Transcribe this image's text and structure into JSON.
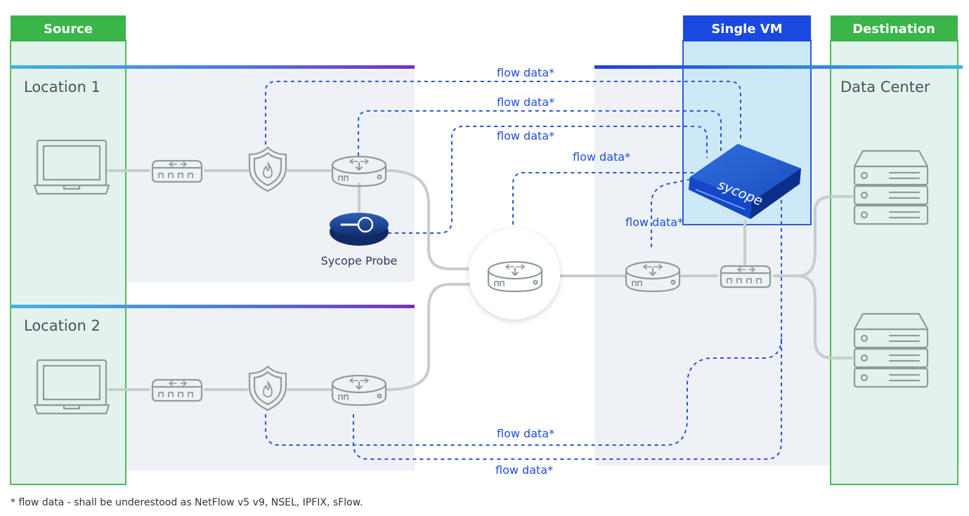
{
  "headers": {
    "source": "Source",
    "single_vm": "Single VM",
    "destination": "Destination"
  },
  "locations": {
    "location_1": "Location 1",
    "location_2": "Location 2",
    "data_center": "Data Center"
  },
  "devices": {
    "probe_label": "Sycope Probe",
    "appliance_brand": "sycope"
  },
  "flow_labels": [
    "flow data*",
    "flow data*",
    "flow data*",
    "flow data*",
    "flow data*",
    "flow data*",
    "flow data*"
  ],
  "footnote": "* flow data - shall be underestood as NetFlow v5 v9, NSEL, IPFIX, sFlow.",
  "colors": {
    "green_header": "#39b54a",
    "blue_header": "#1b48e0",
    "flow_line": "#2b55d6",
    "zone_bg": "#eef1f5",
    "vm_fill": "#cde9f7"
  },
  "icons": [
    "laptop-icon",
    "switch-icon",
    "firewall-icon",
    "router-icon",
    "sycope-probe-icon",
    "sycope-appliance-icon",
    "server-icon"
  ]
}
